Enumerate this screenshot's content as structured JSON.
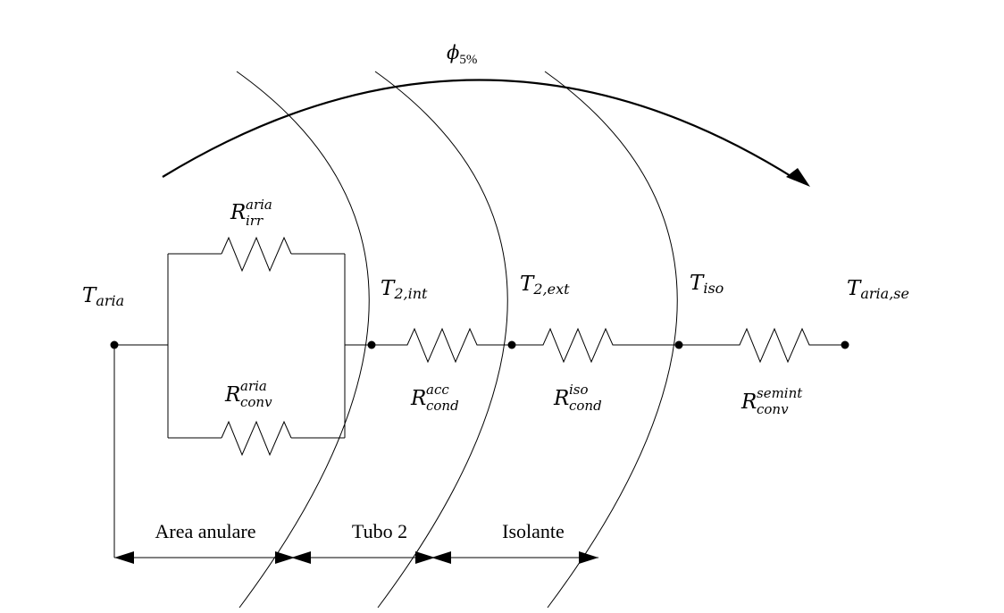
{
  "flux": {
    "symbol": "ϕ",
    "sub": "5%"
  },
  "temperatures": {
    "t_aria": {
      "base": "T",
      "sub": "aria"
    },
    "t_2int": {
      "base": "T",
      "sub": "2,int"
    },
    "t_2ext": {
      "base": "T",
      "sub": "2,ext"
    },
    "t_iso": {
      "base": "T",
      "sub": "iso"
    },
    "t_aria_se": {
      "base": "T",
      "sub": "aria,se"
    }
  },
  "resistances": {
    "r_irr_aria": {
      "base": "R",
      "sup": "aria",
      "sub": "irr"
    },
    "r_conv_aria": {
      "base": "R",
      "sup": "aria",
      "sub": "conv"
    },
    "r_cond_acc": {
      "base": "R",
      "sup": "acc",
      "sub": "cond"
    },
    "r_cond_iso": {
      "base": "R",
      "sup": "iso",
      "sub": "cond"
    },
    "r_conv_semint": {
      "base": "R",
      "sup": "semint",
      "sub": "conv"
    }
  },
  "regions": {
    "area_anulare": "Area anulare",
    "tubo_2": "Tubo 2",
    "isolante": "Isolante"
  }
}
